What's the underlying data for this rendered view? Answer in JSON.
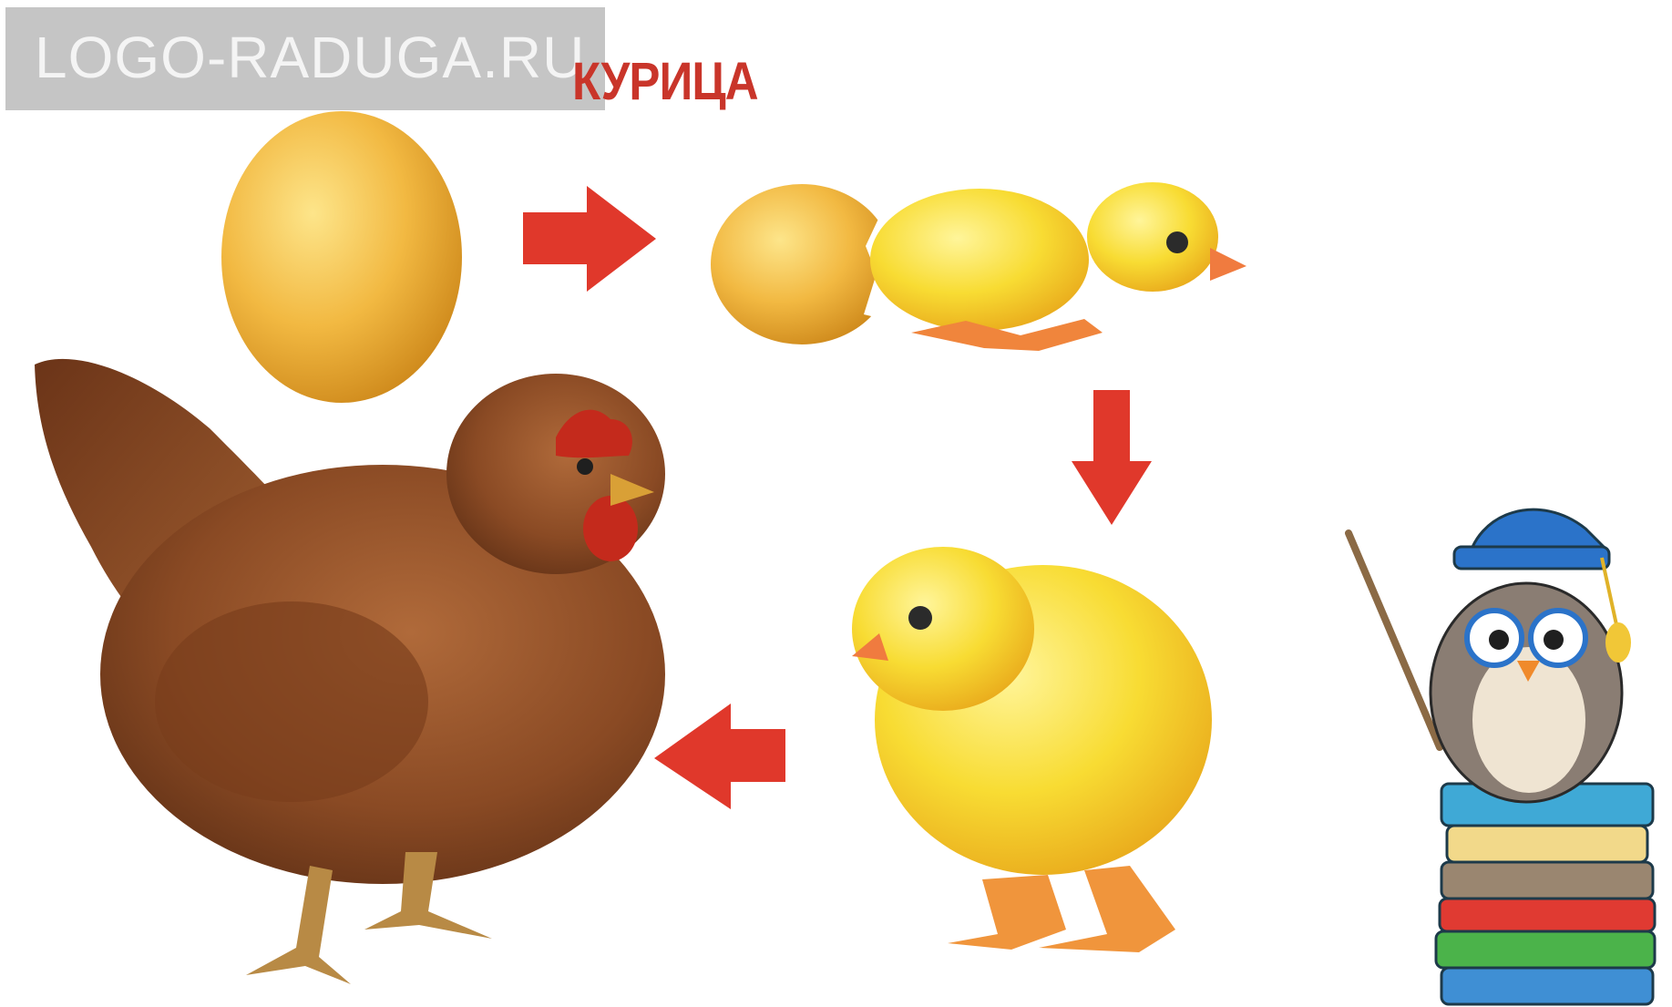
{
  "watermark": {
    "text": "LOGO-RADUGA.RU"
  },
  "title": {
    "text": "КУРИЦА"
  },
  "colors": {
    "arrow": "#e0382b",
    "egg": "#f0b43a",
    "chick": "#f7dd3a",
    "hen": "#8a4a24",
    "comb": "#c42a1c",
    "owl_hat": "#2b73c9",
    "owl_body": "#8a7d73"
  },
  "diagram": {
    "stages": [
      "egg",
      "hatching-chick",
      "chick",
      "hen"
    ],
    "flow": [
      "egg → hatching-chick",
      "hatching-chick → chick",
      "chick → hen"
    ]
  }
}
